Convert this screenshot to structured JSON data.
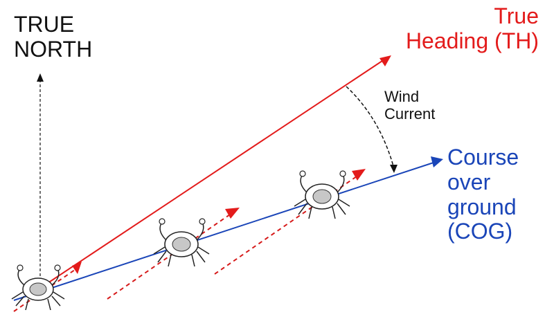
{
  "labels": {
    "north": [
      "TRUE",
      "NORTH"
    ],
    "heading": [
      "True",
      "Heading (TH)"
    ],
    "wind": [
      "Wind",
      "Current"
    ],
    "cog": [
      "Course",
      "over",
      "ground",
      "(COG)"
    ]
  },
  "colors": {
    "north": "#111111",
    "heading": "#e31b1b",
    "cog": "#1a45b8",
    "dashed": "#d61a1a",
    "wind_arc": "#111111"
  },
  "icons": [
    "crab-icon",
    "crab-icon",
    "crab-icon"
  ]
}
